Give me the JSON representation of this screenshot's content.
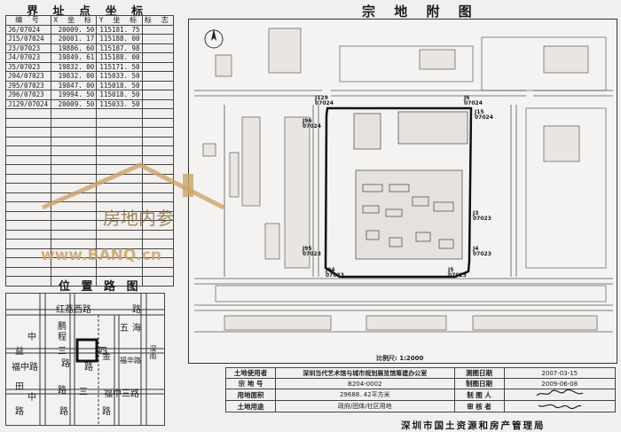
{
  "coord_table": {
    "title": "界 址 点 坐 标",
    "headers": [
      "编   号",
      "X 坐 标",
      "Y 坐 标",
      "标    志"
    ],
    "rows": [
      [
        "J6/07024",
        "20009. 50",
        "115181. 75",
        ""
      ],
      [
        "J15/07024",
        "20001. 17",
        "115188. 00",
        ""
      ],
      [
        "J3/07023",
        "19886. 60",
        "115187. 98",
        ""
      ],
      [
        "J4/07023",
        "19849. 61",
        "115188. 00",
        ""
      ],
      [
        "J5/07023",
        "19832. 00",
        "115171. 50",
        ""
      ],
      [
        "J94/07023",
        "19832. 00",
        "115033. 50",
        ""
      ],
      [
        "J95/07023",
        "19847. 00",
        "115018. 50",
        ""
      ],
      [
        "J96/07023",
        "19994. 50",
        "115018. 50",
        ""
      ],
      [
        "J129/07024",
        "20009. 50",
        "115033. 50",
        ""
      ],
      [
        "",
        "",
        "",
        ""
      ],
      [
        "",
        "",
        "",
        ""
      ],
      [
        "",
        "",
        "",
        ""
      ],
      [
        "",
        "",
        "",
        ""
      ],
      [
        "",
        "",
        "",
        ""
      ],
      [
        "",
        "",
        "",
        ""
      ],
      [
        "",
        "",
        "",
        ""
      ],
      [
        "",
        "",
        "",
        ""
      ],
      [
        "",
        "",
        "",
        ""
      ],
      [
        "",
        "",
        "",
        ""
      ],
      [
        "",
        "",
        "",
        ""
      ],
      [
        "",
        "",
        "",
        ""
      ],
      [
        "",
        "",
        "",
        ""
      ],
      [
        "",
        "",
        "",
        ""
      ],
      [
        "",
        "",
        "",
        ""
      ],
      [
        "",
        "",
        "",
        ""
      ],
      [
        "",
        "",
        "",
        ""
      ],
      [
        "",
        "",
        "",
        ""
      ],
      [
        "",
        "",
        "",
        ""
      ]
    ]
  },
  "location_map": {
    "title": "位 置 路 图",
    "labels": [
      {
        "t": "红荔西路"
      },
      {
        "t": "路"
      },
      {
        "t": "鹏"
      },
      {
        "t": "中"
      },
      {
        "t": "程"
      },
      {
        "t": "五"
      },
      {
        "t": "海"
      },
      {
        "t": "益"
      },
      {
        "t": "三"
      },
      {
        "t": "四"
      },
      {
        "t": "金"
      },
      {
        "t": "路"
      },
      {
        "t": "福中路"
      },
      {
        "t": "路"
      },
      {
        "t": "福华路"
      },
      {
        "t": "田"
      },
      {
        "t": "中"
      },
      {
        "t": "三"
      },
      {
        "t": "福中三路"
      },
      {
        "t": "路"
      },
      {
        "t": "路"
      },
      {
        "t": "路"
      },
      {
        "t": "路"
      },
      {
        "t": "深南"
      }
    ]
  },
  "main_map": {
    "title": "宗 地 附 图",
    "points": [
      {
        "label": "J129\n07024"
      },
      {
        "label": "J6\n07024"
      },
      {
        "label": "J15\n07024"
      },
      {
        "label": "J96\n07024"
      },
      {
        "label": "J3\n07023"
      },
      {
        "label": "J4\n07023"
      },
      {
        "label": "J95\n07023"
      },
      {
        "label": "J94\n07023"
      },
      {
        "label": "J5\n07023"
      }
    ],
    "scale": "比例尺: 1:2000"
  },
  "info": {
    "land_user_label": "土地使用者",
    "land_user": "深圳当代艺术馆与城市规划展览馆筹建办公室",
    "parcel_no_label": "宗 地 号",
    "parcel_no": "B204-0002",
    "area_label": "用地面积",
    "area": "29688. 42平方米",
    "use_label": "土地用途",
    "use": "政府/团体/社区用地",
    "survey_date_label": "测图日期",
    "survey_date": "2007-03-15",
    "draw_date_label": "制图日期",
    "draw_date": "2009-06-08",
    "drawer_label": "制 图 人",
    "checker_label": "审 核 者"
  },
  "footer": {
    "bureau": "深圳市国土资源和房产管理局"
  },
  "watermark": {
    "cn": "房地内参",
    "en": "www.BANQ.cn"
  },
  "colors": {
    "ink": "#1a1a1a",
    "paper": "#f2f0ee",
    "watermark": "#c9a46a"
  }
}
